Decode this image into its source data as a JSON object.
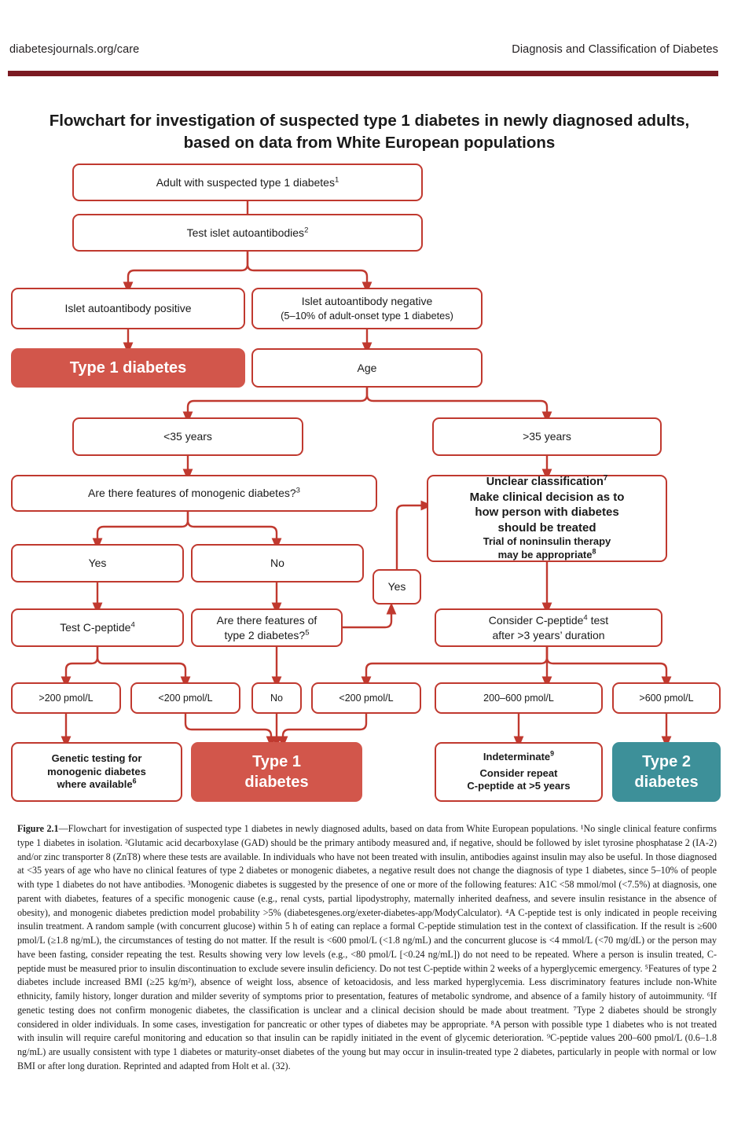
{
  "header": {
    "left_text": "diabetesjournals.org/care",
    "right_text": "Diagnosis and Classification of Diabetes",
    "rule_color": "#7b1a22"
  },
  "figure": {
    "title": "Flowchart for investigation of suspected type 1 diabetes in newly diagnosed adults, based on data from White European populations",
    "caption_label": "Figure 2.1",
    "caption_dash": "—",
    "caption_body": "Flowchart for investigation of suspected type 1 diabetes in newly diagnosed adults, based on data from White European populations. ¹No single clinical feature confirms type 1 diabetes in isolation. ²Glutamic acid decarboxylase (GAD) should be the primary antibody measured and, if negative, should be followed by islet tyrosine phosphatase 2 (IA-2) and/or zinc transporter 8 (ZnT8) where these tests are available. In individuals who have not been treated with insulin, antibodies against insulin may also be useful. In those diagnosed at <35 years of age who have no clinical features of type 2 diabetes or monogenic diabetes, a negative result does not change the diagnosis of type 1 diabetes, since 5–10% of people with type 1 diabetes do not have antibodies. ³Monogenic diabetes is suggested by the presence of one or more of the following features: A1C <58 mmol/mol (<7.5%) at diagnosis, one parent with diabetes, features of a specific monogenic cause (e.g., renal cysts, partial lipodystrophy, maternally inherited deafness, and severe insulin resistance in the absence of obesity), and monogenic diabetes prediction model probability >5% (diabetesgenes.org/exeter-diabetes-app/ModyCalculator). ⁴A C-peptide test is only indicated in people receiving insulin treatment. A random sample (with concurrent glucose) within 5 h of eating can replace a formal C-peptide stimulation test in the context of classification. If the result is ≥600 pmol/L (≥1.8 ng/mL), the circumstances of testing do not matter. If the result is <600 pmol/L (<1.8 ng/mL) and the concurrent glucose is <4 mmol/L (<70 mg/dL) or the person may have been fasting, consider repeating the test. Results showing very low levels (e.g., <80 pmol/L [<0.24 ng/mL]) do not need to be repeated. Where a person is insulin treated, C-peptide must be measured prior to insulin discontinuation to exclude severe insulin deficiency. Do not test C-peptide within 2 weeks of a hyperglycemic emergency. ⁵Features of type 2 diabetes include increased BMI (≥25 kg/m²), absence of weight loss, absence of ketoacidosis, and less marked hyperglycemia. Less discriminatory features include non-White ethnicity, family history, longer duration and milder severity of symptoms prior to presentation, features of metabolic syndrome, and absence of a family history of autoimmunity. ⁶If genetic testing does not confirm monogenic diabetes, the classification is unclear and a clinical decision should be made about treatment. ⁷Type 2 diabetes should be strongly considered in older individuals. In some cases, investigation for pancreatic or other types of diabetes may be appropriate. ⁸A person with possible type 1 diabetes who is not treated with insulin will require careful monitoring and education so that insulin can be rapidly initiated in the event of glycemic deterioration. ⁹C-peptide values 200–600 pmol/L (0.6–1.8 ng/mL) are usually consistent with type 1 diabetes or maturity-onset diabetes of the young but may occur in insulin-treated type 2 diabetes, particularly in people with normal or low BMI or after long duration. Reprinted and adapted from Holt et al. (32)."
  },
  "chart_data": {
    "type": "diagram",
    "title": "Flowchart for investigation of suspected type 1 diabetes in newly diagnosed adults, based on data from White European populations",
    "colors": {
      "stroke": "#c0392f",
      "type1_fill": "#d2564b",
      "type2_fill": "#3d9099",
      "text": "#1a1a1a",
      "white": "#ffffff"
    },
    "nodes": [
      {
        "id": "start",
        "label": "Adult with suspected type 1 diabetes",
        "sup": "1",
        "style": "plain"
      },
      {
        "id": "test-ab",
        "label": "Test islet autoantibodies",
        "sup": "2",
        "style": "plain"
      },
      {
        "id": "ab-pos",
        "label": "Islet autoantibody positive",
        "sup": "",
        "style": "plain"
      },
      {
        "id": "ab-neg",
        "label": "Islet autoantibody negative",
        "sublabel": "(5–10% of adult-onset type 1 diabetes)",
        "sup": "",
        "style": "plain"
      },
      {
        "id": "type1-a",
        "label": "Type 1 diabetes",
        "sup": "",
        "style": "filled-red"
      },
      {
        "id": "age",
        "label": "Age",
        "sup": "",
        "style": "plain"
      },
      {
        "id": "under35",
        "label": "<35 years",
        "sup": "",
        "style": "plain"
      },
      {
        "id": "over35",
        "label": ">35 years",
        "sup": "",
        "style": "plain"
      },
      {
        "id": "monogenic-q",
        "label": "Are there features of monogenic diabetes?",
        "sup": "3",
        "style": "plain"
      },
      {
        "id": "unclear",
        "label": "Unclear classification",
        "sup": "7",
        "lines": [
          "Make clinical decision as to",
          "how person with diabetes",
          "should be treated"
        ],
        "lines2": [
          "Trial of noninsulin therapy",
          "may be appropriate"
        ],
        "sup2": "8",
        "style": "plain"
      },
      {
        "id": "mono-yes",
        "label": "Yes",
        "sup": "",
        "style": "plain"
      },
      {
        "id": "mono-no",
        "label": "No",
        "sup": "",
        "style": "plain"
      },
      {
        "id": "t2-yes",
        "label": "Yes",
        "sup": "",
        "style": "plain"
      },
      {
        "id": "test-cpep",
        "label": "Test C-peptide",
        "sup": "4",
        "style": "plain"
      },
      {
        "id": "type2-q",
        "label": "Are there features of",
        "line2": "type 2 diabetes?",
        "sup": "5",
        "style": "plain"
      },
      {
        "id": "consider-cpep",
        "label": "Consider C-peptide",
        "sup": "4",
        "label_tail": " test",
        "line2": "after >3 years’ duration",
        "style": "plain"
      },
      {
        "id": "gt200",
        "label": ">200 pmol/L",
        "sup": "",
        "style": "plain"
      },
      {
        "id": "lt200-a",
        "label": "<200 pmol/L",
        "sup": "",
        "style": "plain"
      },
      {
        "id": "t2-no",
        "label": "No",
        "sup": "",
        "style": "plain"
      },
      {
        "id": "lt200-b",
        "label": "<200 pmol/L",
        "sup": "",
        "style": "plain"
      },
      {
        "id": "200-600",
        "label": "200–600 pmol/L",
        "sup": "",
        "style": "plain"
      },
      {
        "id": "gt600",
        "label": ">600 pmol/L",
        "sup": "",
        "style": "plain"
      },
      {
        "id": "genetic",
        "label": "Genetic testing for",
        "line2": "monogenic diabetes",
        "line3": "where available",
        "sup": "6",
        "style": "plain"
      },
      {
        "id": "type1-b",
        "label": "Type 1",
        "line2": "diabetes",
        "sup": "",
        "style": "filled-red"
      },
      {
        "id": "indeterminate",
        "label": "Indeterminate",
        "sup": "9",
        "line2": "Consider repeat",
        "line3": "C-peptide at >5 years",
        "style": "plain"
      },
      {
        "id": "type2",
        "label": "Type 2",
        "line2": "diabetes",
        "sup": "",
        "style": "filled-teal"
      }
    ],
    "edges": [
      {
        "from": "start",
        "to": "test-ab"
      },
      {
        "from": "test-ab",
        "to": "ab-pos"
      },
      {
        "from": "test-ab",
        "to": "ab-neg"
      },
      {
        "from": "ab-pos",
        "to": "type1-a"
      },
      {
        "from": "ab-neg",
        "to": "age"
      },
      {
        "from": "age",
        "to": "under35"
      },
      {
        "from": "age",
        "to": "over35"
      },
      {
        "from": "under35",
        "to": "monogenic-q"
      },
      {
        "from": "over35",
        "to": "unclear"
      },
      {
        "from": "monogenic-q",
        "to": "mono-yes"
      },
      {
        "from": "monogenic-q",
        "to": "mono-no"
      },
      {
        "from": "mono-yes",
        "to": "test-cpep"
      },
      {
        "from": "mono-no",
        "to": "type2-q"
      },
      {
        "from": "type2-q",
        "to": "t2-yes"
      },
      {
        "from": "t2-yes",
        "to": "unclear"
      },
      {
        "from": "unclear",
        "to": "consider-cpep"
      },
      {
        "from": "test-cpep",
        "to": "gt200"
      },
      {
        "from": "test-cpep",
        "to": "lt200-a"
      },
      {
        "from": "type2-q",
        "to": "t2-no"
      },
      {
        "from": "consider-cpep",
        "to": "lt200-b"
      },
      {
        "from": "consider-cpep",
        "to": "200-600"
      },
      {
        "from": "consider-cpep",
        "to": "gt600"
      },
      {
        "from": "gt200",
        "to": "genetic"
      },
      {
        "from": "lt200-a",
        "to": "type1-b"
      },
      {
        "from": "t2-no",
        "to": "type1-b"
      },
      {
        "from": "lt200-b",
        "to": "type1-b"
      },
      {
        "from": "200-600",
        "to": "indeterminate"
      },
      {
        "from": "gt600",
        "to": "type2"
      }
    ]
  }
}
